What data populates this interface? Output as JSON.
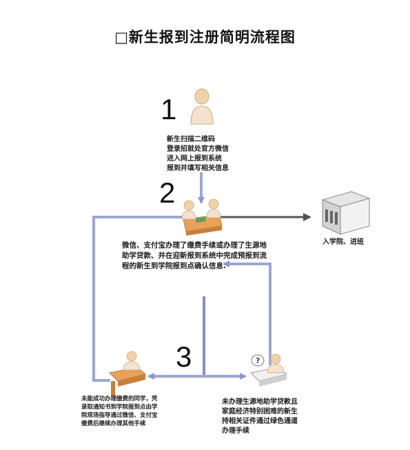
{
  "title": "□新生报到注册简明流程图",
  "steps": {
    "step1_number": "1",
    "step2_number": "2",
    "step3_number": "3"
  },
  "texts": {
    "step1_line1": "新生扫描二维码",
    "step1_line2": "登录招就处官方微信",
    "step1_line3": "进入网上报到系统",
    "step1_line4": "报到并填写相关信息",
    "step2_line1": "微信、支付宝办理了缴费手续或办理了生源地",
    "step2_line2": "助学贷款、并在迎新报到系统中完成预报到流",
    "step2_line3": "程的新生到学院报到点确认信息.",
    "building_label": "入学院、进班",
    "left_line1": "未能成功办理缴费的同学，凭",
    "left_line2": "录取通知书到学院报到点由学",
    "left_line3": "院现场指导通过微信、支付宝",
    "left_line4": "缴费后继续办理其他手续",
    "right_line1": "未办理生源地助学贷款且",
    "right_line2": "家庭经济特别困难的新生",
    "right_line3": "持相关证件通过绿色通道",
    "right_line4": "办理手续"
  },
  "colors": {
    "arrow_blue": "#9aa7d4",
    "arrow_blue_dark": "#7f8fcc",
    "arrow_gray": "#555555",
    "desk_orange": "#e8a15a",
    "person_tan": "#f0d2a8"
  },
  "icons": {
    "person": "person-icon",
    "meeting": "meeting-desk-icon",
    "building": "building-icon",
    "desk_left": "desk-worker-icon",
    "desk_right": "question-desk-icon"
  }
}
